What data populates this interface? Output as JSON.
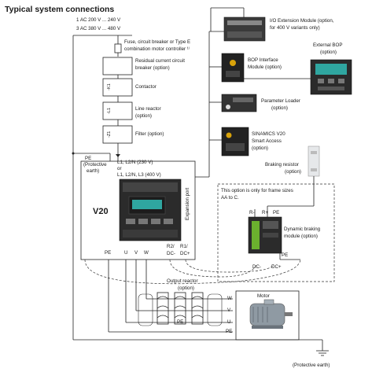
{
  "title": "Typical system connections",
  "supply": {
    "line1": "1 AC 200 V ... 240 V",
    "line2": "3 AC 380 V ... 480 V"
  },
  "fuse": {
    "line1": "Fuse, circuit breaker or Type E",
    "line2": "combination motor controller ¹⁾"
  },
  "rcd": {
    "line1": "Residual current circuit",
    "line2": "breaker (option)"
  },
  "contactor": {
    "label": "Contactor",
    "tag": "-K1"
  },
  "line_reactor": {
    "line1": "Line reactor",
    "line2": "(option)",
    "tag": "-L1"
  },
  "filter": {
    "label": "Filter (option)",
    "tag": "-Z1"
  },
  "pe_left": {
    "line1": "PE",
    "line2": "(Protective",
    "line3": "earth)"
  },
  "inverter_input": {
    "line1": "L1, L2/N (230 V)",
    "or": "or",
    "line2": "L1, L2/N, L3 (400 V)"
  },
  "inverter_name": "V20",
  "expansion_port": "Expansion port",
  "terminals_bottom": {
    "pe": "PE",
    "u": "U",
    "v": "V",
    "w": "W",
    "r2": "R2/",
    "dc_minus": "DC-",
    "r1": "R1/",
    "dc_plus": "DC+"
  },
  "io_module": {
    "line1": "I/O Extension Module (option,",
    "line2": "for 400 V variants only)"
  },
  "bop_interface": {
    "line1": "BOP Interface",
    "line2": "Module (option)"
  },
  "external_bop": {
    "line1": "External BOP",
    "line2": "(option)"
  },
  "parameter_loader": {
    "line1": "Parameter Loader",
    "line2": "(option)"
  },
  "smart_access": {
    "line1": "SINAMICS V20",
    "line2": "Smart Access",
    "line3": "(option)"
  },
  "braking_resistor": {
    "line1": "Braking resistor",
    "line2": "(option)"
  },
  "frame_note": {
    "line1": "This option is only for frame sizes",
    "line2": "AA to C."
  },
  "braking_module": {
    "line1": "Dynamic braking",
    "line2": "module (option)",
    "r_minus": "R-",
    "r_plus": "R+",
    "pe": "PE",
    "dc_minus": "DC-",
    "dc_plus": "DC+"
  },
  "output_reactor": {
    "line1": "Output reactor",
    "line2": "(option)"
  },
  "motor": {
    "label": "Motor",
    "w": "W",
    "v": "V",
    "u": "U",
    "pe": "PE"
  },
  "reactor_pe": "PE",
  "pe_bottom": "(Protective earth)",
  "colors": {
    "screen": "#2fa6a0",
    "device_dark": "#2b2b2b",
    "motor_grey": "#8f9aa3",
    "frame": "#222222"
  }
}
